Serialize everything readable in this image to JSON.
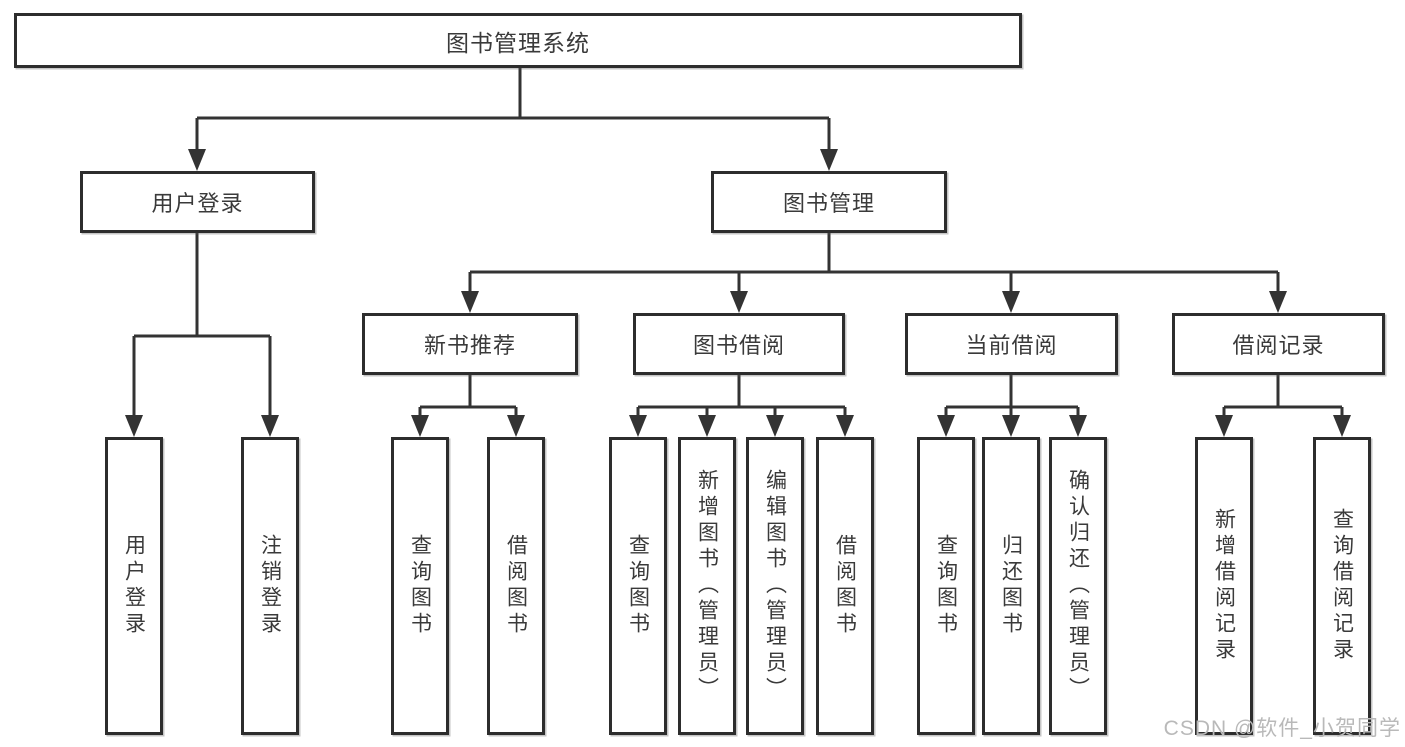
{
  "nodes": {
    "root": "图书管理系统",
    "user_login": "用户登录",
    "book_management": "图书管理",
    "new_book_recommend": "新书推荐",
    "book_borrow": "图书借阅",
    "current_borrow": "当前借阅",
    "borrow_records": "借阅记录",
    "leaf_user_login": "用户登录",
    "leaf_logout_login": "注销登录",
    "leaf_nbr_query_books": "查询图书",
    "leaf_nbr_borrow_books": "借阅图书",
    "leaf_bb_query_books": "查询图书",
    "leaf_bb_add_books": "新增图书（管理员）",
    "leaf_bb_edit_books": "编辑图书（管理员）",
    "leaf_bb_borrow_books": "借阅图书",
    "leaf_cb_query_books": "查询图书",
    "leaf_cb_return_books": "归还图书",
    "leaf_cb_confirm_return": "确认归还（管理员）",
    "leaf_br_add_record": "新增借阅记录",
    "leaf_br_query_record": "查询借阅记录"
  },
  "watermark": "CSDN @软件_小贺同学",
  "colors": {
    "background": "#ffffff",
    "box_border": "#2d2d2d",
    "connector_line": "#333333",
    "text": "#3a3a3a",
    "watermark_text": "#b9b9b9"
  }
}
